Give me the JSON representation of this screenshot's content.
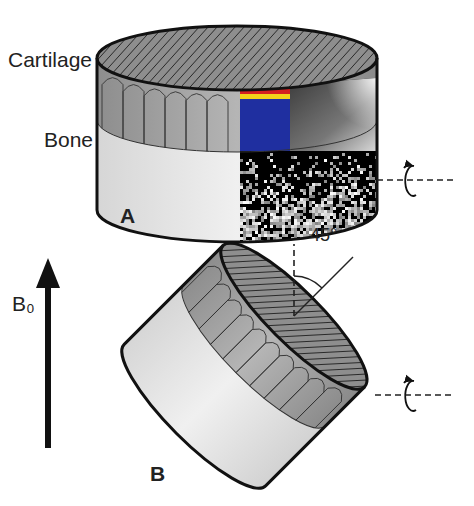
{
  "diagram": {
    "labels": [
      "Cartilage",
      "Bone",
      "A",
      "45°",
      "B₀",
      "B"
    ]
  }
}
